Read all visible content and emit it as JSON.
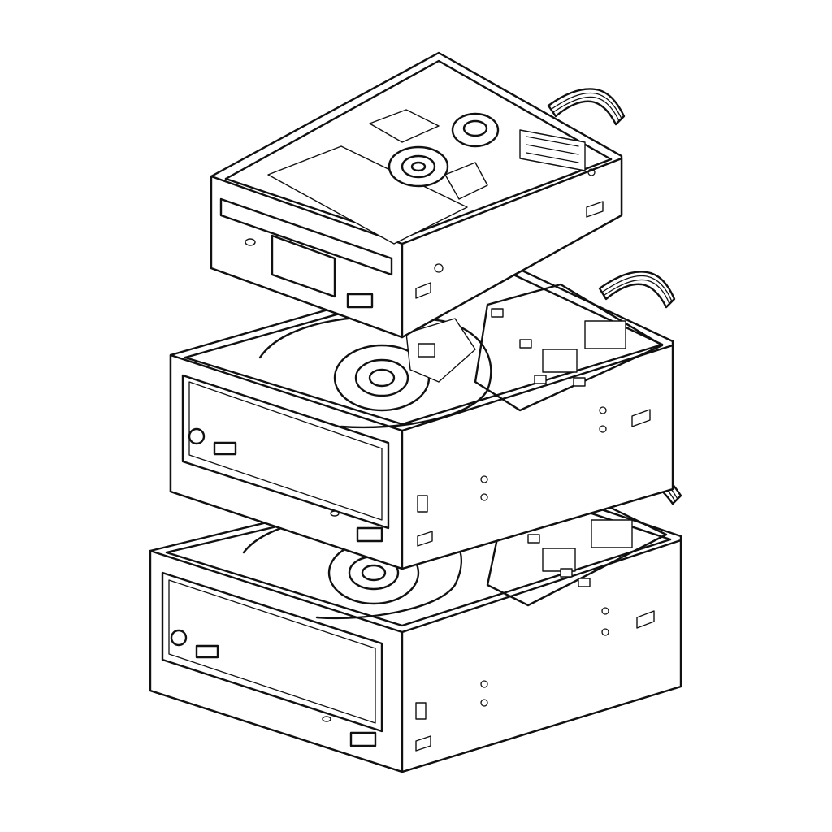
{
  "illustration": {
    "style": "monochrome line art",
    "background": "#ffffff",
    "line_color": "#111111"
  },
  "drives": [
    {
      "id": "floppy-drive",
      "kind": "floppy disk drive",
      "cover": "removed"
    },
    {
      "id": "optical-drive-middle",
      "kind": "optical disc drive",
      "cover": "removed"
    },
    {
      "id": "optical-drive-bottom",
      "kind": "optical disc drive",
      "cover": "removed"
    }
  ]
}
